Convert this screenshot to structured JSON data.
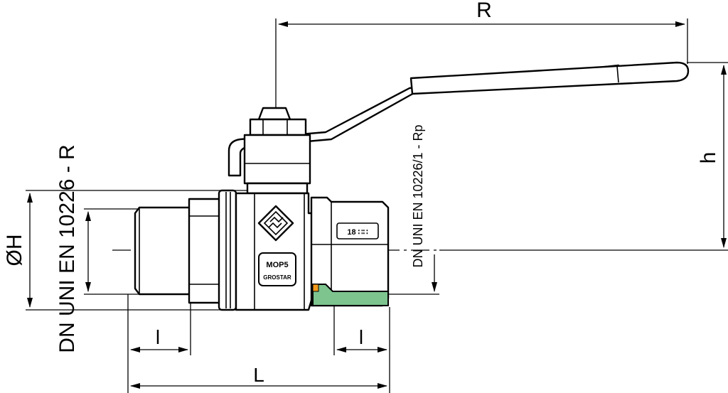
{
  "labels": {
    "R": "R",
    "h": "h",
    "diameter_h": "ØH",
    "l_left": "l",
    "l_right": "l",
    "L": "L",
    "male_thread_standard": "DN UNI EN 10226 - R",
    "female_thread_standard": "DN UNI EN 10226/1 - Rp"
  },
  "markings": {
    "body_marking_line1": "MOP5",
    "body_marking_line2": "GROSTAR",
    "nut_marking": "18 ∷∷"
  },
  "colors": {
    "line": "#000000",
    "seal_green": "#7dc48f",
    "seal_orange": "#f39a1c",
    "background": "#ffffff"
  }
}
